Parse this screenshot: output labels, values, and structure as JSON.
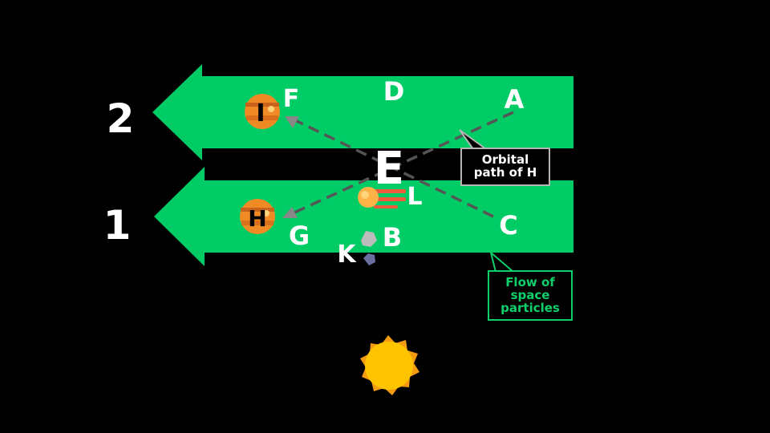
{
  "colors": {
    "background": "#000000",
    "arrow": "#00cc66",
    "text": "#ffffff",
    "orbit_line": "#555555",
    "orbit_callout_border": "#b5b5b5",
    "flow_callout_border": "#0fcf6a",
    "planet": "#f08a24",
    "sun": "#ffc400"
  },
  "arrows": {
    "upper_number": "2",
    "lower_number": "1"
  },
  "labels": {
    "a": "A",
    "b": "B",
    "c": "C",
    "d": "D",
    "e": "E",
    "f": "F",
    "g": "G",
    "k": "K",
    "l": "L"
  },
  "planets": {
    "upper_letter": "I",
    "lower_letter": "H"
  },
  "callouts": {
    "orbital_path": [
      "Orbital",
      "path of H"
    ],
    "flow": [
      "Flow of",
      "space",
      "particles"
    ]
  },
  "icons": {
    "planet": "gas-giant-icon",
    "comet": "comet-icon",
    "asteroid": "asteroid-icon",
    "sun": "sun-icon"
  }
}
